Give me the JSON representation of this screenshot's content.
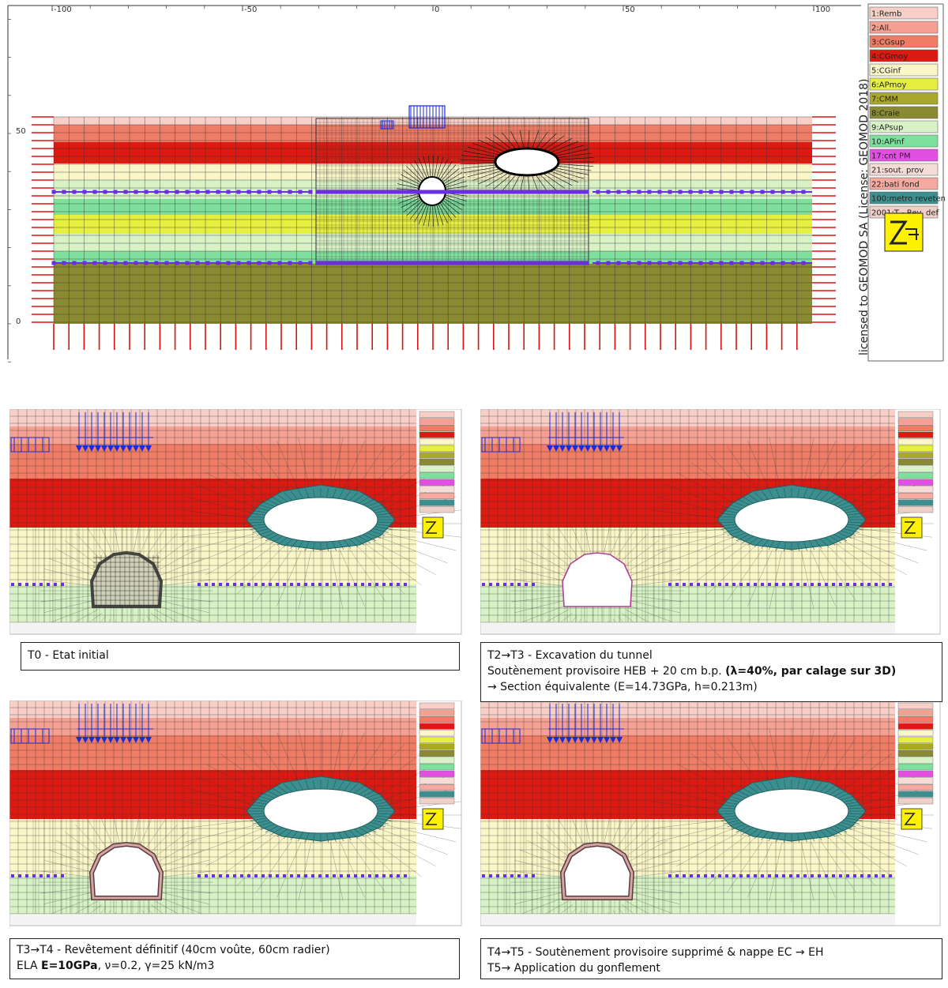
{
  "main": {
    "ticks_x": [
      {
        "label": "-100",
        "v": -100
      },
      {
        "label": "-50",
        "v": -50
      },
      {
        "label": "0",
        "v": 0
      },
      {
        "label": "50",
        "v": 50
      },
      {
        "label": "100",
        "v": 100
      }
    ],
    "ticks_y": [
      {
        "label": "50",
        "v": 50
      },
      {
        "label": "0",
        "v": 0
      }
    ],
    "license": "licensed to GEOMOD SA (License: GEOMOD 2018)"
  },
  "legend": [
    {
      "label": "1:Remb",
      "color": "#f7cfc6"
    },
    {
      "label": "2:All.",
      "color": "#f4a093"
    },
    {
      "label": "3:CGsup",
      "color": "#ef7d66"
    },
    {
      "label": "4:CGmoy",
      "color": "#dd1a12"
    },
    {
      "label": "5:CGinf",
      "color": "#fbf6c8"
    },
    {
      "label": "6:APmoy",
      "color": "#e6ee40"
    },
    {
      "label": "7:CMM",
      "color": "#a9a82d"
    },
    {
      "label": "8:Craie",
      "color": "#898a31"
    },
    {
      "label": "9:APsup",
      "color": "#d8f2c6"
    },
    {
      "label": "10:APinf",
      "color": "#7fe09e"
    },
    {
      "label": "17:cnt PM",
      "color": "#e34fe3"
    },
    {
      "label": "21:sout. prov",
      "color": "#f6dcd7"
    },
    {
      "label": "22:bati fond",
      "color": "#f6a99f"
    },
    {
      "label": "100:metro reveten",
      "color": "#3d8f8f"
    },
    {
      "label": "2001:T - Rev. def",
      "color": "#f0cfc9"
    }
  ],
  "colors": {
    "grid": "#333333",
    "boundary": "#e01010",
    "load": "#1a2ad9",
    "anchors": "#6a2fe0",
    "lining": "#3d8f8f"
  },
  "stages": [
    {
      "id": "t0",
      "lines": [
        {
          "parts": [
            {
              "text": "T0 - Etat initial",
              "bold": false
            }
          ]
        }
      ]
    },
    {
      "id": "t3",
      "lines": [
        {
          "parts": [
            {
              "text": "T2→T3 - Excavation du tunnel",
              "bold": false
            }
          ]
        },
        {
          "parts": [
            {
              "text": "Soutènement provisoire HEB + 20 cm b.p. ",
              "bold": false
            },
            {
              "text": "(λ=40%, par calage sur 3D)",
              "bold": true
            }
          ]
        },
        {
          "parts": [
            {
              "text": " → Section équivalente (E=14.73GPa, h=0.213m)",
              "bold": false
            }
          ]
        }
      ]
    },
    {
      "id": "t4",
      "lines": [
        {
          "parts": [
            {
              "text": "T3→T4 - Revêtement définitif (40cm voûte, 60cm radier)",
              "bold": false
            }
          ]
        },
        {
          "parts": [
            {
              "text": "ELA ",
              "bold": false
            },
            {
              "text": "E=10GPa",
              "bold": true
            },
            {
              "text": ", ν=0.2, γ=25 kN/m3",
              "bold": false
            }
          ]
        }
      ]
    },
    {
      "id": "t5",
      "lines": [
        {
          "parts": [
            {
              "text": "T4→T5 - Soutènement provisoire supprimé & nappe EC → EH",
              "bold": false
            }
          ]
        },
        {
          "parts": [
            {
              "text": "T5→ Application du gonflement",
              "bold": false
            }
          ]
        }
      ]
    }
  ]
}
